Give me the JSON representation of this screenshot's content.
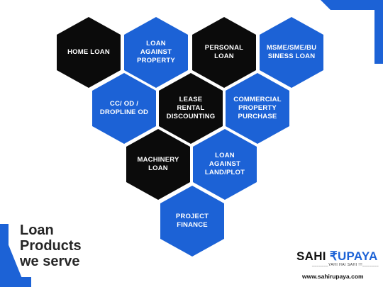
{
  "products": [
    {
      "label": "HOME LOAN",
      "style": "black"
    },
    {
      "label": "LOAN AGAINST\nPROPERTY",
      "style": "blue"
    },
    {
      "label": "PERSONAL\nLOAN",
      "style": "black"
    },
    {
      "label": "MSME/SME/BU\nSINESS LOAN",
      "style": "blue"
    },
    {
      "label": "CC/ OD /\nDROPLINE OD",
      "style": "blue"
    },
    {
      "label": "LEASE RENTAL\nDISCOUNTING",
      "style": "black"
    },
    {
      "label": "COMMERCIAL\nPROPERTY\nPURCHASE",
      "style": "blue"
    },
    {
      "label": "MACHINERY\nLOAN",
      "style": "black"
    },
    {
      "label": "LOAN AGAINST\nLAND/PLOT",
      "style": "blue"
    },
    {
      "label": "PROJECT\nFINANCE",
      "style": "blue"
    }
  ],
  "headline": {
    "line1": "Loan",
    "line2": "Products",
    "line3": "we serve"
  },
  "brand": {
    "name_part1": "SAHI ",
    "name_accent": "₹UPAYA",
    "tagline": "_______YAHI HAI SAHI !!!_______",
    "url": "www.sahirupaya.com"
  },
  "colors": {
    "accent": "#1c62d6",
    "dark": "#0b0b0b",
    "text": "#262626"
  }
}
